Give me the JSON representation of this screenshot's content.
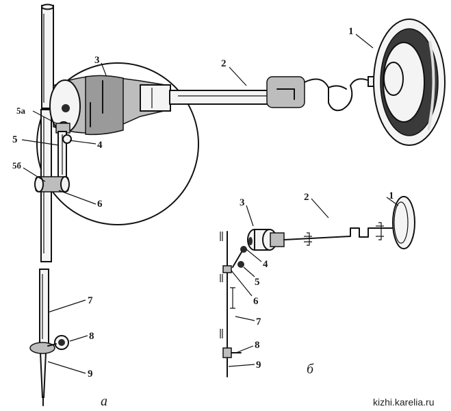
{
  "figure_a": {
    "labels": [
      "1",
      "2",
      "3",
      "4",
      "5",
      "5а",
      "5б",
      "6",
      "7",
      "8",
      "9"
    ],
    "sublabel": "а"
  },
  "figure_b": {
    "labels": [
      "1",
      "2",
      "3",
      "4",
      "5",
      "6",
      "7",
      "8",
      "9"
    ],
    "sublabel": "б"
  },
  "watermark": "kizhi.karelia.ru"
}
